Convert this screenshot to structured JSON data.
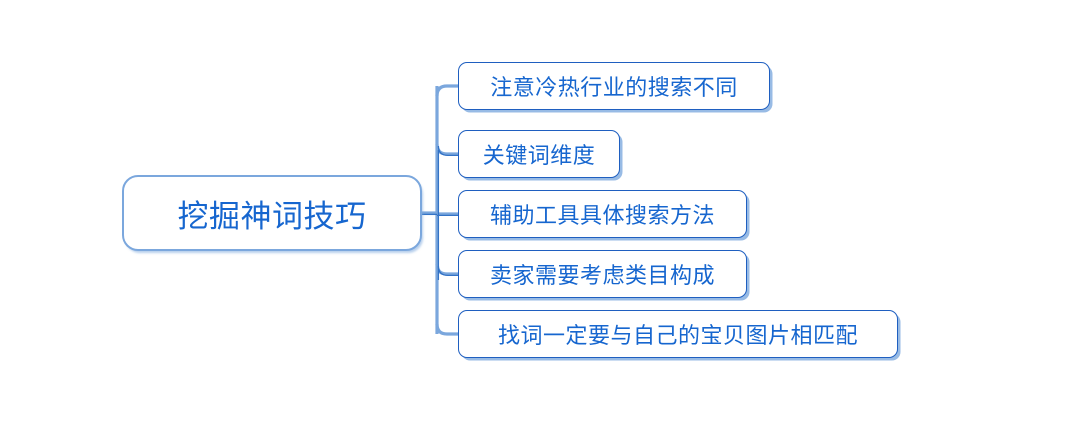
{
  "diagram": {
    "type": "mindmap",
    "orientation": "left-to-right",
    "title": "挖掘神词技巧",
    "root": {
      "label": "挖掘神词技巧"
    },
    "branches": [
      {
        "label": "注意冷热行业的搜索不同"
      },
      {
        "label": "关键词维度"
      },
      {
        "label": "辅助工具具体搜索方法"
      },
      {
        "label": "卖家需要考虑类目构成"
      },
      {
        "label": "找词一定要与自己的宝贝图片相匹配"
      }
    ],
    "colors": {
      "background": "#ffffff",
      "root_stroke": "#7ba7dd",
      "branch_stroke": "#1f5fc0",
      "connector_stroke": "#7ba7dd",
      "connector_shadow": "#2e6fc4",
      "text": "#1666cf"
    }
  }
}
